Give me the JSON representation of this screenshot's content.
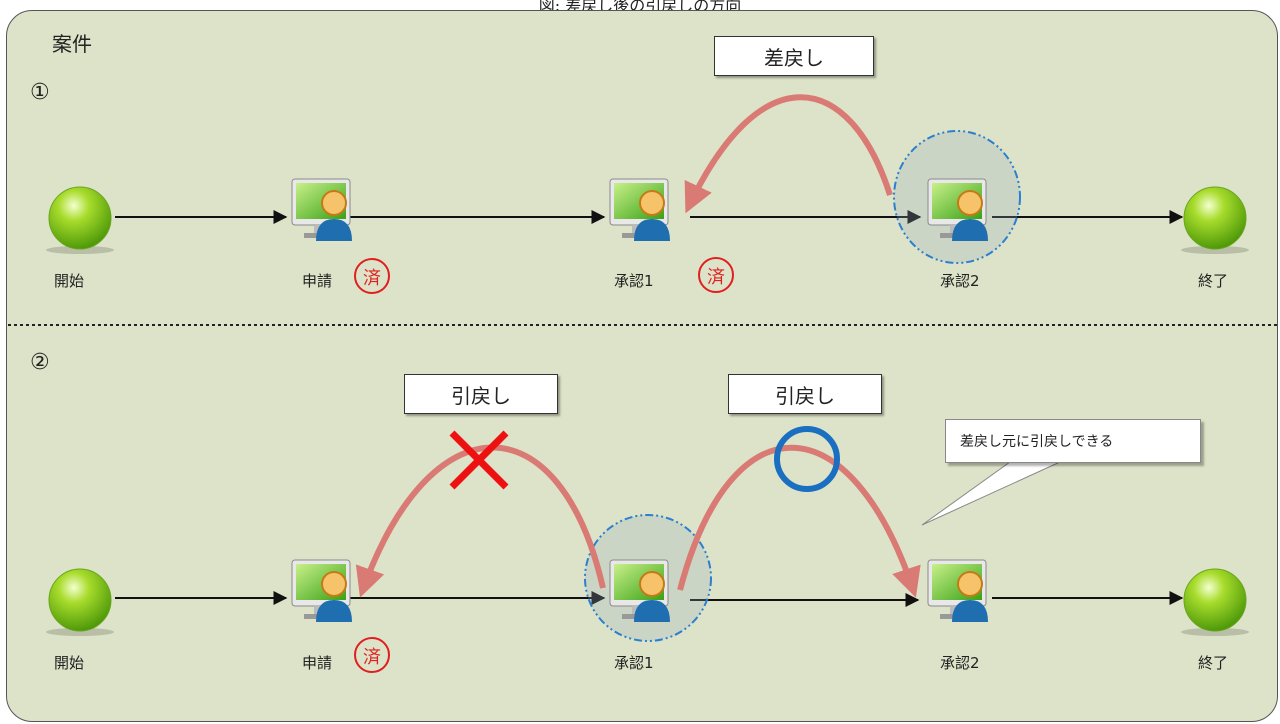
{
  "caption": "図: 差戻し後の引戻しの方向",
  "case_label": "案件",
  "sections": [
    {
      "number": "①",
      "action_box": "差戻し",
      "nodes": [
        {
          "label": "開始",
          "type": "start"
        },
        {
          "label": "申請",
          "type": "task",
          "stamp": "済"
        },
        {
          "label": "承認1",
          "type": "task",
          "stamp": "済"
        },
        {
          "label": "承認2",
          "type": "task",
          "highlighted": true
        },
        {
          "label": "終了",
          "type": "end"
        }
      ]
    },
    {
      "number": "②",
      "action_boxes": [
        "引戻し",
        "引戻し"
      ],
      "nodes": [
        {
          "label": "開始",
          "type": "start"
        },
        {
          "label": "申請",
          "type": "task",
          "stamp": "済"
        },
        {
          "label": "承認1",
          "type": "task",
          "highlighted": true
        },
        {
          "label": "承認2",
          "type": "task"
        },
        {
          "label": "終了",
          "type": "end"
        }
      ],
      "marks": {
        "not_allowed": "cross",
        "allowed": "circle"
      },
      "callout": "差戻し元に引戻しできる"
    }
  ],
  "colors": {
    "panel_bg": "#dde3c8",
    "flow_arrow": "#111111",
    "return_arrow": "#d97b74",
    "stamp": "#e02020",
    "cross": "#ee1111",
    "circle": "#1a6fc0",
    "highlight_ring": "#2a7fd0"
  }
}
